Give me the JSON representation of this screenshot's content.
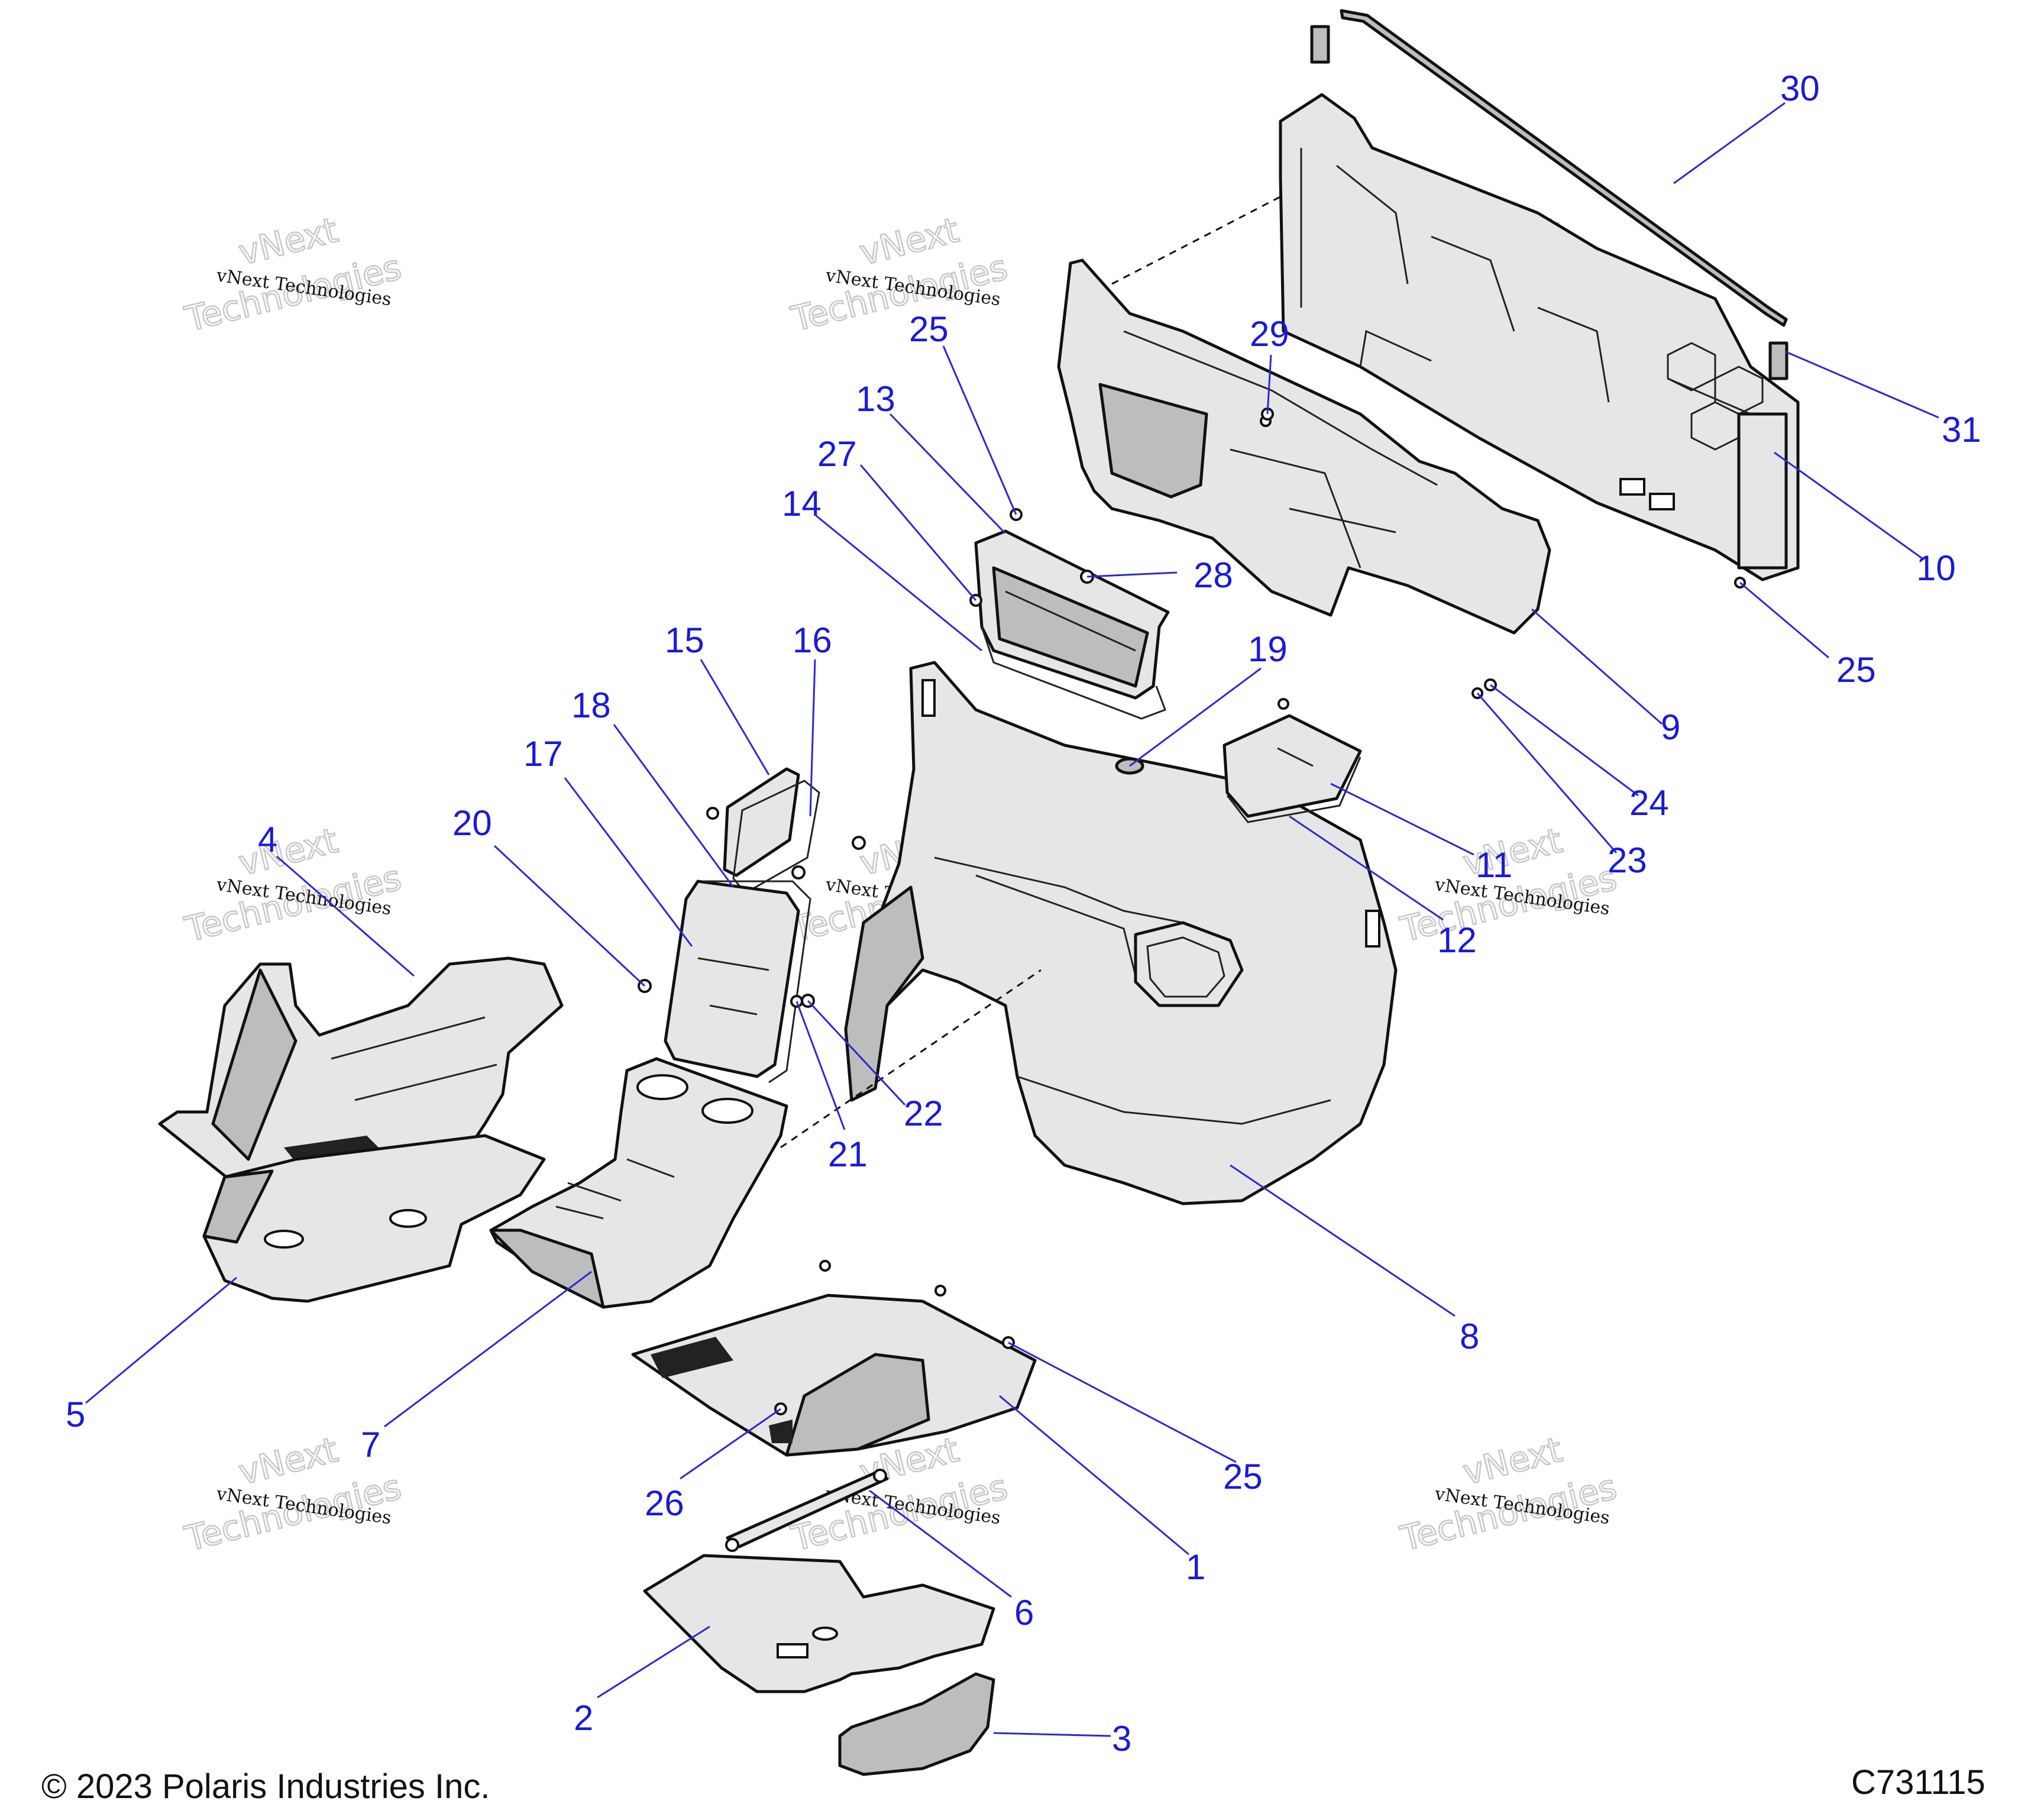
{
  "copyright": "© 2023 Polaris Industries Inc.",
  "drawing_code": "C731115",
  "watermark": {
    "line1": "vNext Technologies",
    "line2": "vNext",
    "line3": "Technologies"
  },
  "callouts": [
    "30",
    "31",
    "10",
    "25",
    "29",
    "25",
    "13",
    "27",
    "28",
    "14",
    "9",
    "24",
    "23",
    "19",
    "15",
    "16",
    "18",
    "17",
    "11",
    "12",
    "20",
    "22",
    "21",
    "4",
    "8",
    "5",
    "7",
    "25",
    "26",
    "1",
    "6",
    "2",
    "3"
  ],
  "colors": {
    "callout_text": "#1a1ad6",
    "leader_line": "#2a2ad0",
    "part_fill": "#e6e6e6",
    "outline": "#111111"
  }
}
